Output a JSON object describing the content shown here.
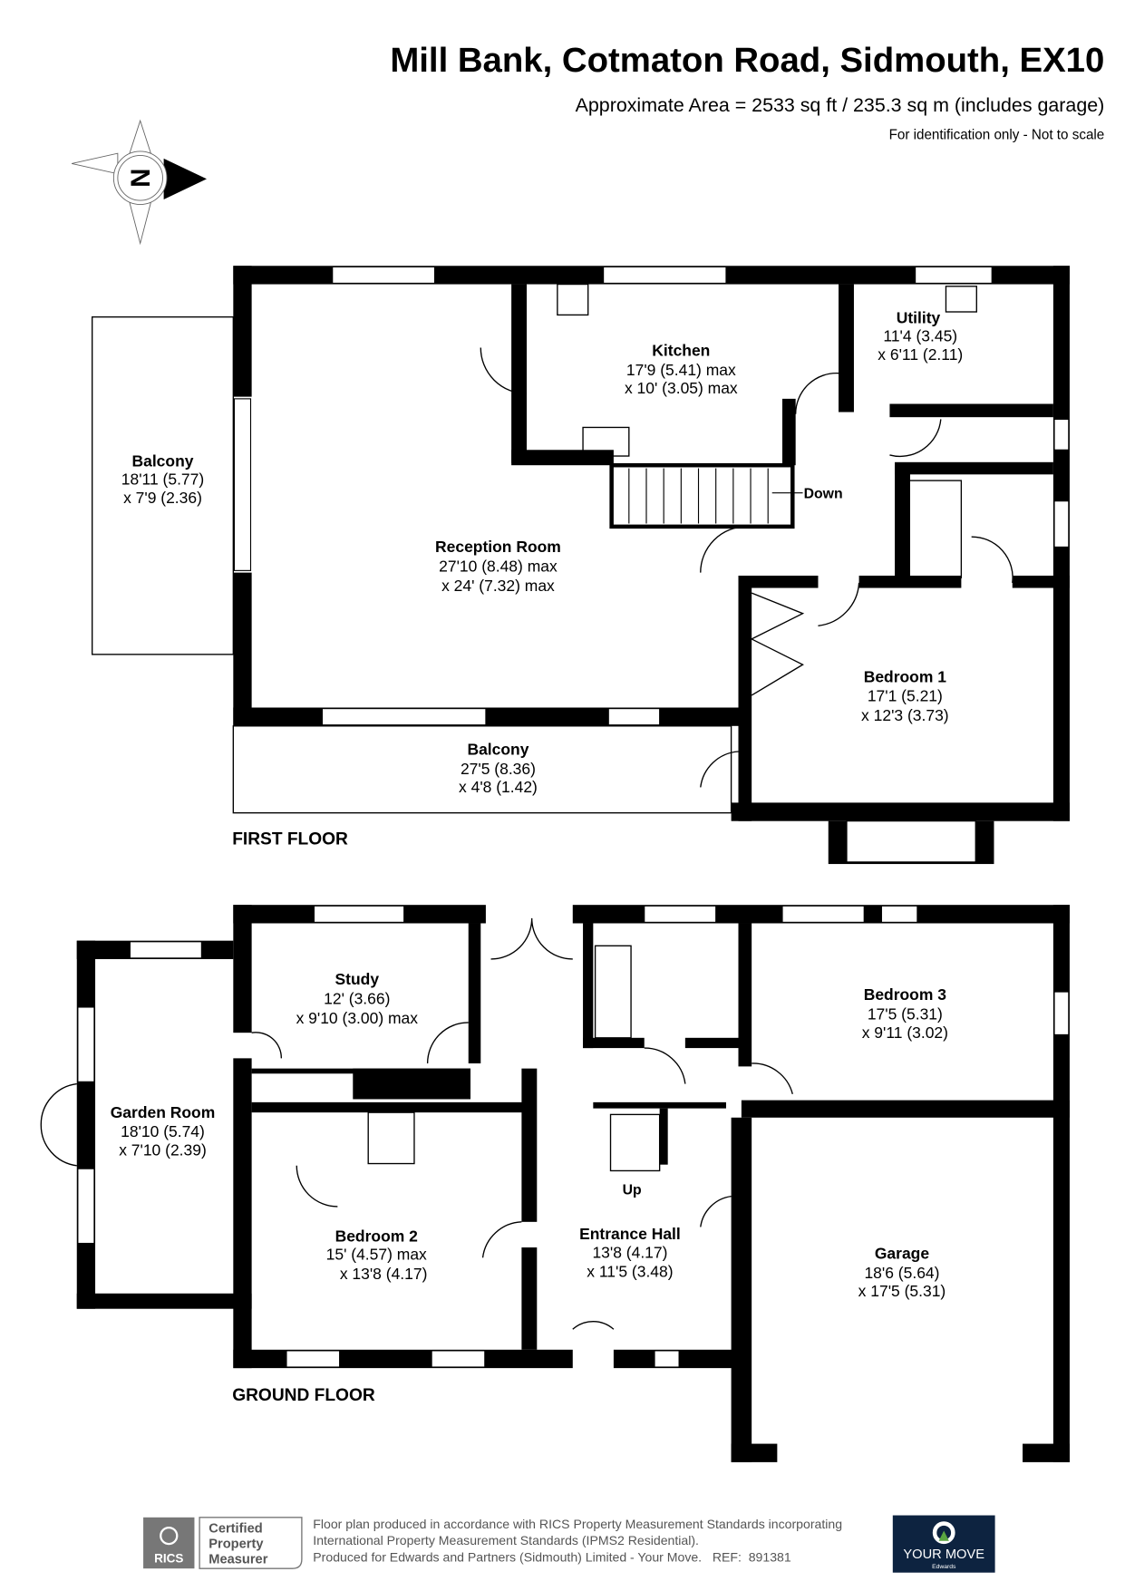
{
  "header": {
    "title": "Mill Bank, Cotmaton Road, Sidmouth, EX10",
    "area": "Approximate Area = 2533 sq ft / 235.3 sq m (includes garage)",
    "note": "For identification only - Not to scale"
  },
  "compass": {
    "icon": "north-arrow-icon",
    "letter": "N"
  },
  "first_floor": {
    "label": "FIRST FLOOR",
    "rooms": [
      {
        "name": "Kitchen",
        "dim1": "17'9 (5.41) max",
        "dim2": "x 10' (3.05) max"
      },
      {
        "name": "Utility",
        "dim1": "11'4 (3.45)",
        "dim2": "x 6'11 (2.11)"
      },
      {
        "name": "Balcony",
        "dim1": "18'11 (5.77)",
        "dim2": "x 7'9 (2.36)"
      },
      {
        "name": "Reception Room",
        "dim1": "27'10 (8.48) max",
        "dim2": "x 24' (7.32) max"
      },
      {
        "name": "Bedroom 1",
        "dim1": "17'1 (5.21)",
        "dim2": "x 12'3 (3.73)"
      },
      {
        "name": "Balcony",
        "dim1": "27'5 (8.36)",
        "dim2": "x 4'8 (1.42)"
      }
    ],
    "stairs_label": "Down"
  },
  "ground_floor": {
    "label": "GROUND FLOOR",
    "rooms": [
      {
        "name": "Study",
        "dim1": "12' (3.66)",
        "dim2": "x 9'10 (3.00) max"
      },
      {
        "name": "Bedroom 3",
        "dim1": "17'5 (5.31)",
        "dim2": "x 9'11 (3.02)"
      },
      {
        "name": "Garden Room",
        "dim1": "18'10 (5.74)",
        "dim2": "x 7'10 (2.39)"
      },
      {
        "name": "Bedroom 2",
        "dim1": "15' (4.57) max",
        "dim2": "x 13'8 (4.17)"
      },
      {
        "name": "Entrance Hall",
        "dim1": "13'8 (4.17)",
        "dim2": "x 11'5 (3.48)"
      },
      {
        "name": "Garage",
        "dim1": "18'6 (5.64)",
        "dim2": "x 17'5 (5.31)"
      }
    ],
    "stairs_label": "Up"
  },
  "footer": {
    "rics_logo": "RICS",
    "badge": [
      "Certified",
      "Property",
      "Measurer"
    ],
    "lines": [
      "Floor plan produced in accordance with RICS Property Measurement Standards incorporating",
      "International Property Measurement Standards (IPMS2 Residential).",
      "Produced for Edwards and Partners (Sidmouth) Limited - Your Move.   REF:  891381"
    ],
    "brand_logo": "YOUR MOVE",
    "brand_sub": "Edwards",
    "brand_color": "#0d2340"
  }
}
